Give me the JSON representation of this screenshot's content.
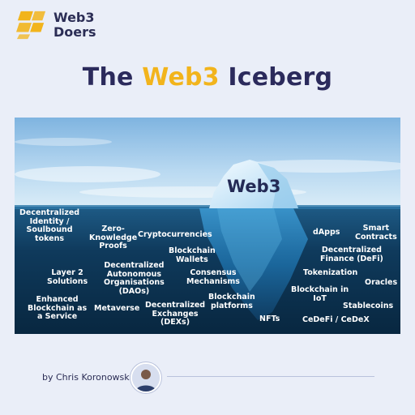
{
  "brand": {
    "line1": "Web3",
    "line2": "Doers",
    "accent": "#f2b41c"
  },
  "title": {
    "pre": "The ",
    "highlight": "Web3",
    "post": " Iceberg"
  },
  "iceberg": {
    "tip": "Web3",
    "labels": [
      {
        "id": "decentralized-identity",
        "text": "Decentralized\nIdentity /\nSoulbound\ntokens"
      },
      {
        "id": "zk-proofs",
        "text": "Zero-\nKnowledge\nProofs"
      },
      {
        "id": "cryptocurrencies",
        "text": "Cryptocurrencies"
      },
      {
        "id": "dapps",
        "text": "dApps"
      },
      {
        "id": "smart-contracts",
        "text": "Smart\nContracts"
      },
      {
        "id": "layer2",
        "text": "Layer 2\nSolutions"
      },
      {
        "id": "daos",
        "text": "Decentralized\nAutonomous\nOrganisations\n(DAOs)"
      },
      {
        "id": "blockchain-wallets",
        "text": "Blockchain\nWallets"
      },
      {
        "id": "defi",
        "text": "Decentralized\nFinance (DeFi)"
      },
      {
        "id": "consensus",
        "text": "Consensus\nMechanisms"
      },
      {
        "id": "tokenization",
        "text": "Tokenization"
      },
      {
        "id": "oracles",
        "text": "Oracles"
      },
      {
        "id": "baas",
        "text": "Enhanced\nBlockchain as\na Service"
      },
      {
        "id": "metaverse",
        "text": "Metaverse"
      },
      {
        "id": "dex",
        "text": "Decentralized\nExchanges\n(DEXs)"
      },
      {
        "id": "blockchain-platforms",
        "text": "Blockchain\nplatforms"
      },
      {
        "id": "blockchain-iot",
        "text": "Blockchain in\nIoT"
      },
      {
        "id": "stablecoins",
        "text": "Stablecoins"
      },
      {
        "id": "nfts",
        "text": "NFTs"
      },
      {
        "id": "cedefi",
        "text": "CeDeFi / CeDeX"
      }
    ]
  },
  "footer": {
    "author": "by Chris Koronowski"
  }
}
